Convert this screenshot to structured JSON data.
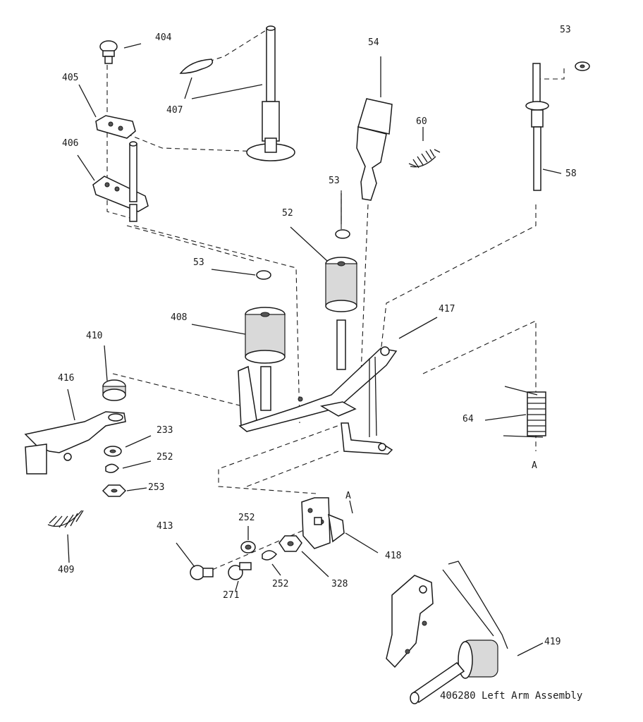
{
  "caption": "406280 Left Arm Assembly",
  "labels": {
    "p404": "404",
    "p405": "405",
    "p406": "406",
    "p407": "407",
    "p54": "54",
    "p53_top": "53",
    "p60": "60",
    "p58": "58",
    "p53_mid": "53",
    "p52": "52",
    "p53_left": "53",
    "p408": "408",
    "p417": "417",
    "p410": "410",
    "p416": "416",
    "p64": "64",
    "pA_right": "A",
    "p233": "233",
    "p252_a": "252",
    "p253": "253",
    "pA_mid": "A",
    "p409": "409",
    "p413": "413",
    "p252_b": "252",
    "p418": "418",
    "p328": "328",
    "p252_c": "252",
    "p271": "271",
    "p419": "419"
  },
  "colors": {
    "ink": "#1a1a1a",
    "paper": "#ffffff"
  }
}
